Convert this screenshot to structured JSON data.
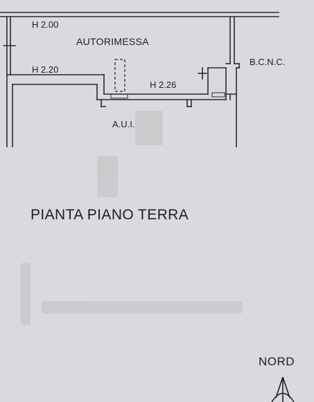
{
  "plan": {
    "heights": {
      "garage_top": "H 2.00",
      "garage_mid": "H 2.20",
      "aui": "H 2.26"
    },
    "rooms": {
      "garage": "AUTORIMESSA",
      "bcnc": "B.C.N.C.",
      "aui": "A.U.I."
    },
    "title": "PIANTA PIANO TERRA",
    "north_label": "NORD"
  }
}
